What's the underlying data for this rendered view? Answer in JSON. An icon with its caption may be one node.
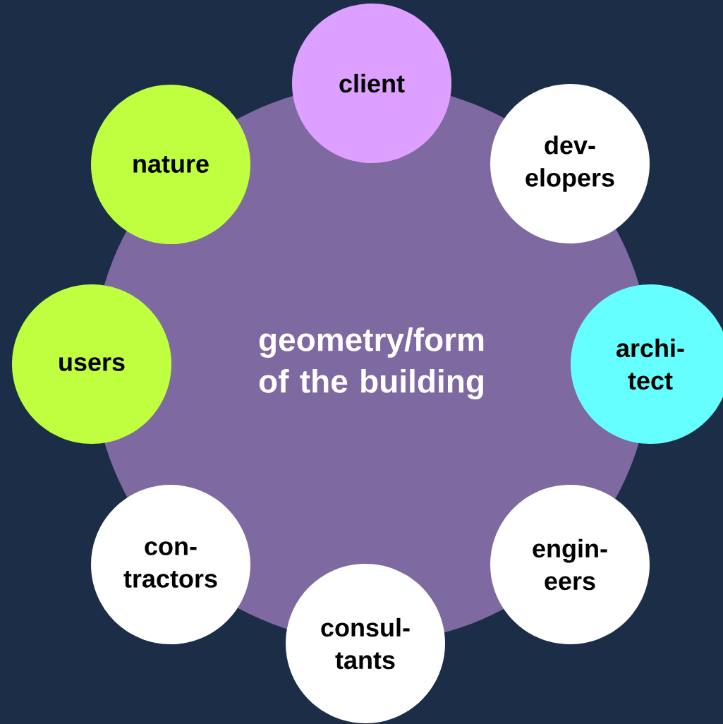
{
  "diagram": {
    "nodes": [
      {
        "text": [
          "geometry/form of the building"
        ]
      },
      {
        "text": [
          "client"
        ]
      },
      {
        "text": [
          "nature"
        ]
      },
      {
        "text": [
          "dev- elopers"
        ]
      },
      {
        "text": [
          "users"
        ]
      },
      {
        "text": [
          "archi- tect"
        ]
      },
      {
        "text": [
          "con- tractors"
        ]
      },
      {
        "text": [
          "engin- eers"
        ]
      },
      {
        "text": [
          "consul- tants"
        ]
      }
    ]
  }
}
